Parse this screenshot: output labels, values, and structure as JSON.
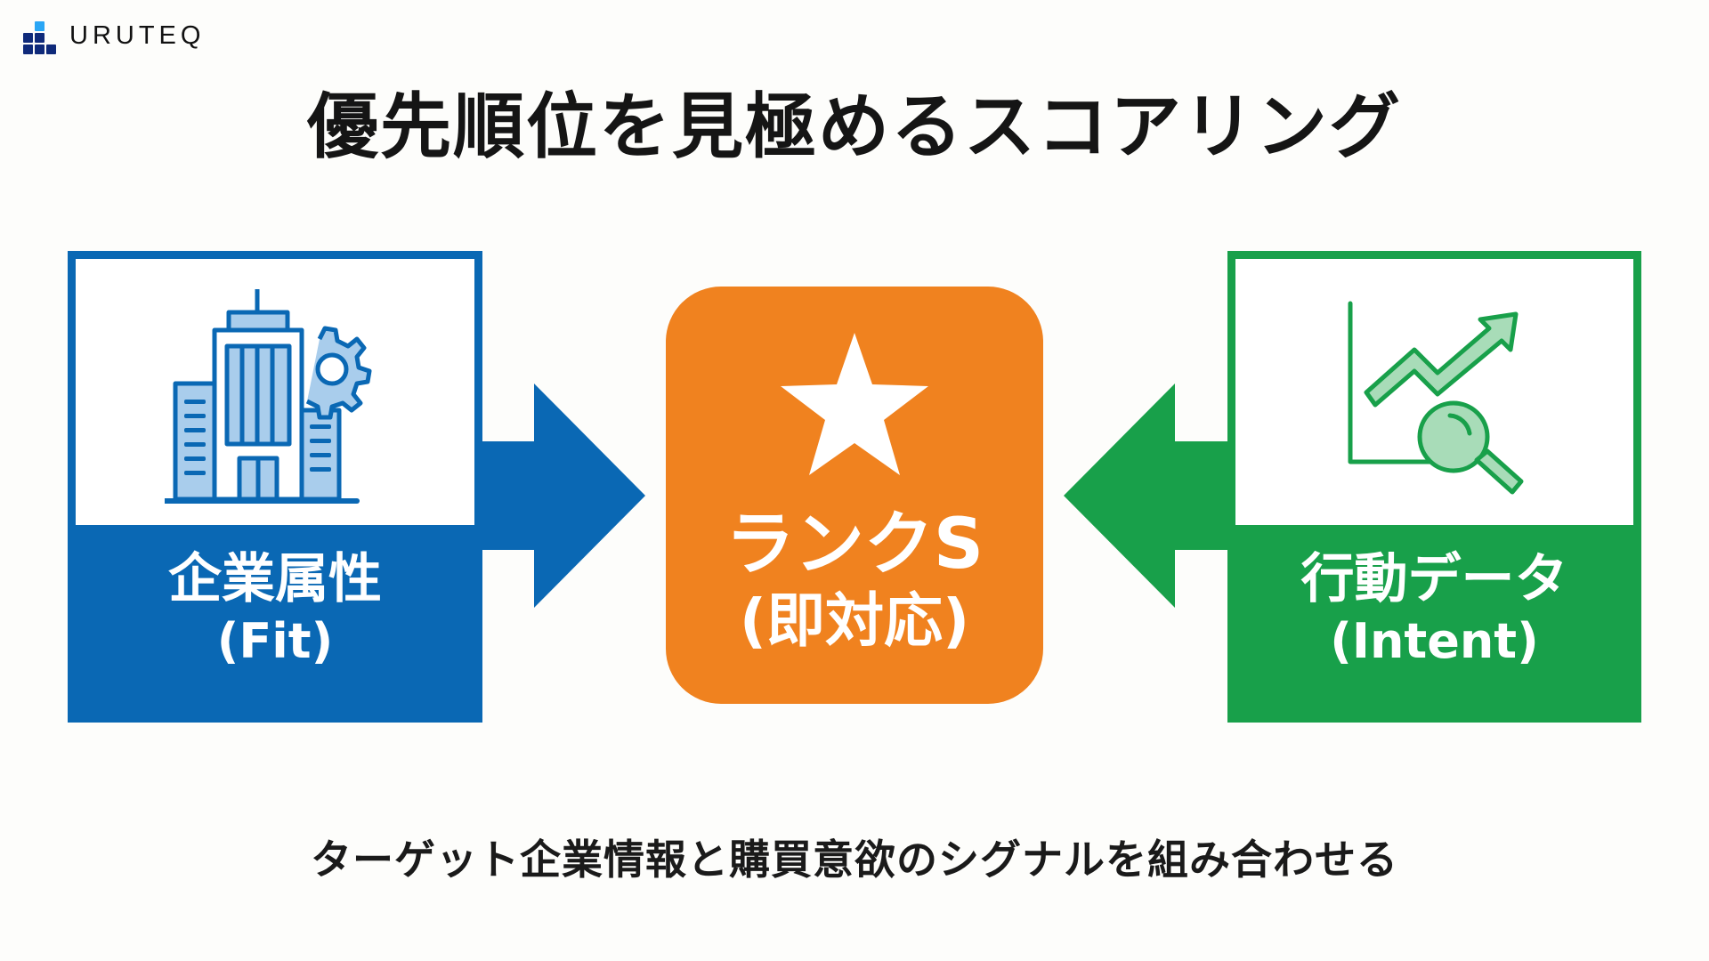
{
  "brand": {
    "name": "URUTEQ",
    "logo_colors": {
      "accent": "#2aa6f5",
      "dark": "#0f2a7a"
    }
  },
  "title": "優先順位を見極めるスコアリング",
  "left_panel": {
    "line1": "企業属性",
    "line2": "(Fit)",
    "icon": "building-gear-icon",
    "color": "#0a68b4"
  },
  "center_panel": {
    "line1": "ランクS",
    "line2": "(即対応)",
    "icon": "star-icon",
    "color": "#f0821f"
  },
  "right_panel": {
    "line1": "行動データ",
    "line2": "(Intent)",
    "icon": "chart-magnifier-icon",
    "color": "#18a04a"
  },
  "footer": "ターゲット企業情報と購買意欲のシグナルを組み合わせる"
}
